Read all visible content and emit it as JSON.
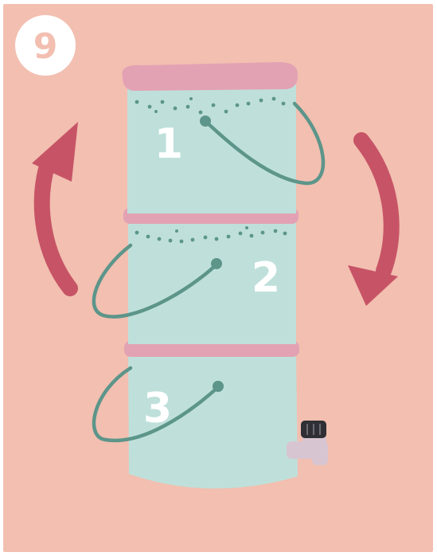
{
  "step": {
    "number": "9"
  },
  "buckets": [
    {
      "label": "1"
    },
    {
      "label": "2"
    },
    {
      "label": "3"
    }
  ],
  "colors": {
    "background": "#f2bfb0",
    "bucket": "#bfe0da",
    "rim": "#e3a2b4",
    "handle": "#5d958a",
    "arrow": "#c75466",
    "spout": "#d8c5d2",
    "knob": "#2f2f35",
    "badge": "#ffffff"
  },
  "icons": [
    "rotate-up-arrow-icon",
    "rotate-down-arrow-icon",
    "tap-spout-icon"
  ]
}
